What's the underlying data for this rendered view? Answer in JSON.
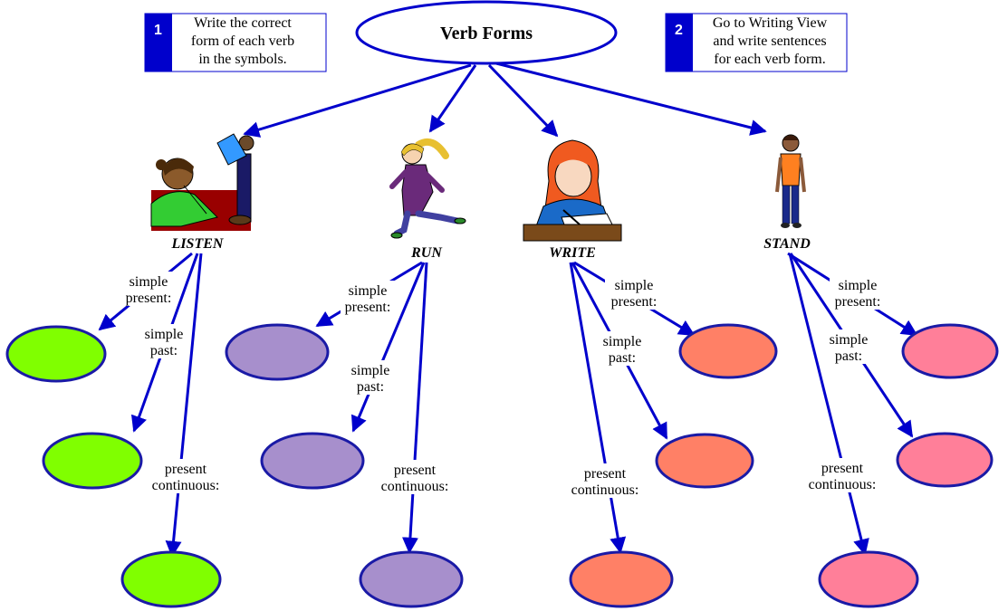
{
  "title": "Verb Forms",
  "instructions": [
    {
      "number": "1",
      "lines": [
        "Write the correct",
        "form of each verb",
        "in the symbols."
      ]
    },
    {
      "number": "2",
      "lines": [
        "Go to Writing View",
        "and write sentences",
        "for each verb form."
      ]
    }
  ],
  "verbs": [
    {
      "word": "LISTEN",
      "picture": "children-listening-to-reading-picture",
      "color": "#80ff00"
    },
    {
      "word": "RUN",
      "picture": "running-girl-picture",
      "color": "#a78fcc"
    },
    {
      "word": "WRITE",
      "picture": "writing-girl-picture",
      "color": "#ff8066"
    },
    {
      "word": "STAND",
      "picture": "standing-boy-picture",
      "color": "#ff7f99"
    }
  ],
  "form_labels": {
    "simple_present": [
      "simple",
      "present:"
    ],
    "simple_past": [
      "simple",
      "past:"
    ],
    "present_continuous": [
      "present",
      "continuous:"
    ]
  },
  "colors": {
    "line": "#0000cc",
    "box": "#0000cc",
    "ellipse_stroke": "#1a1aa6"
  }
}
